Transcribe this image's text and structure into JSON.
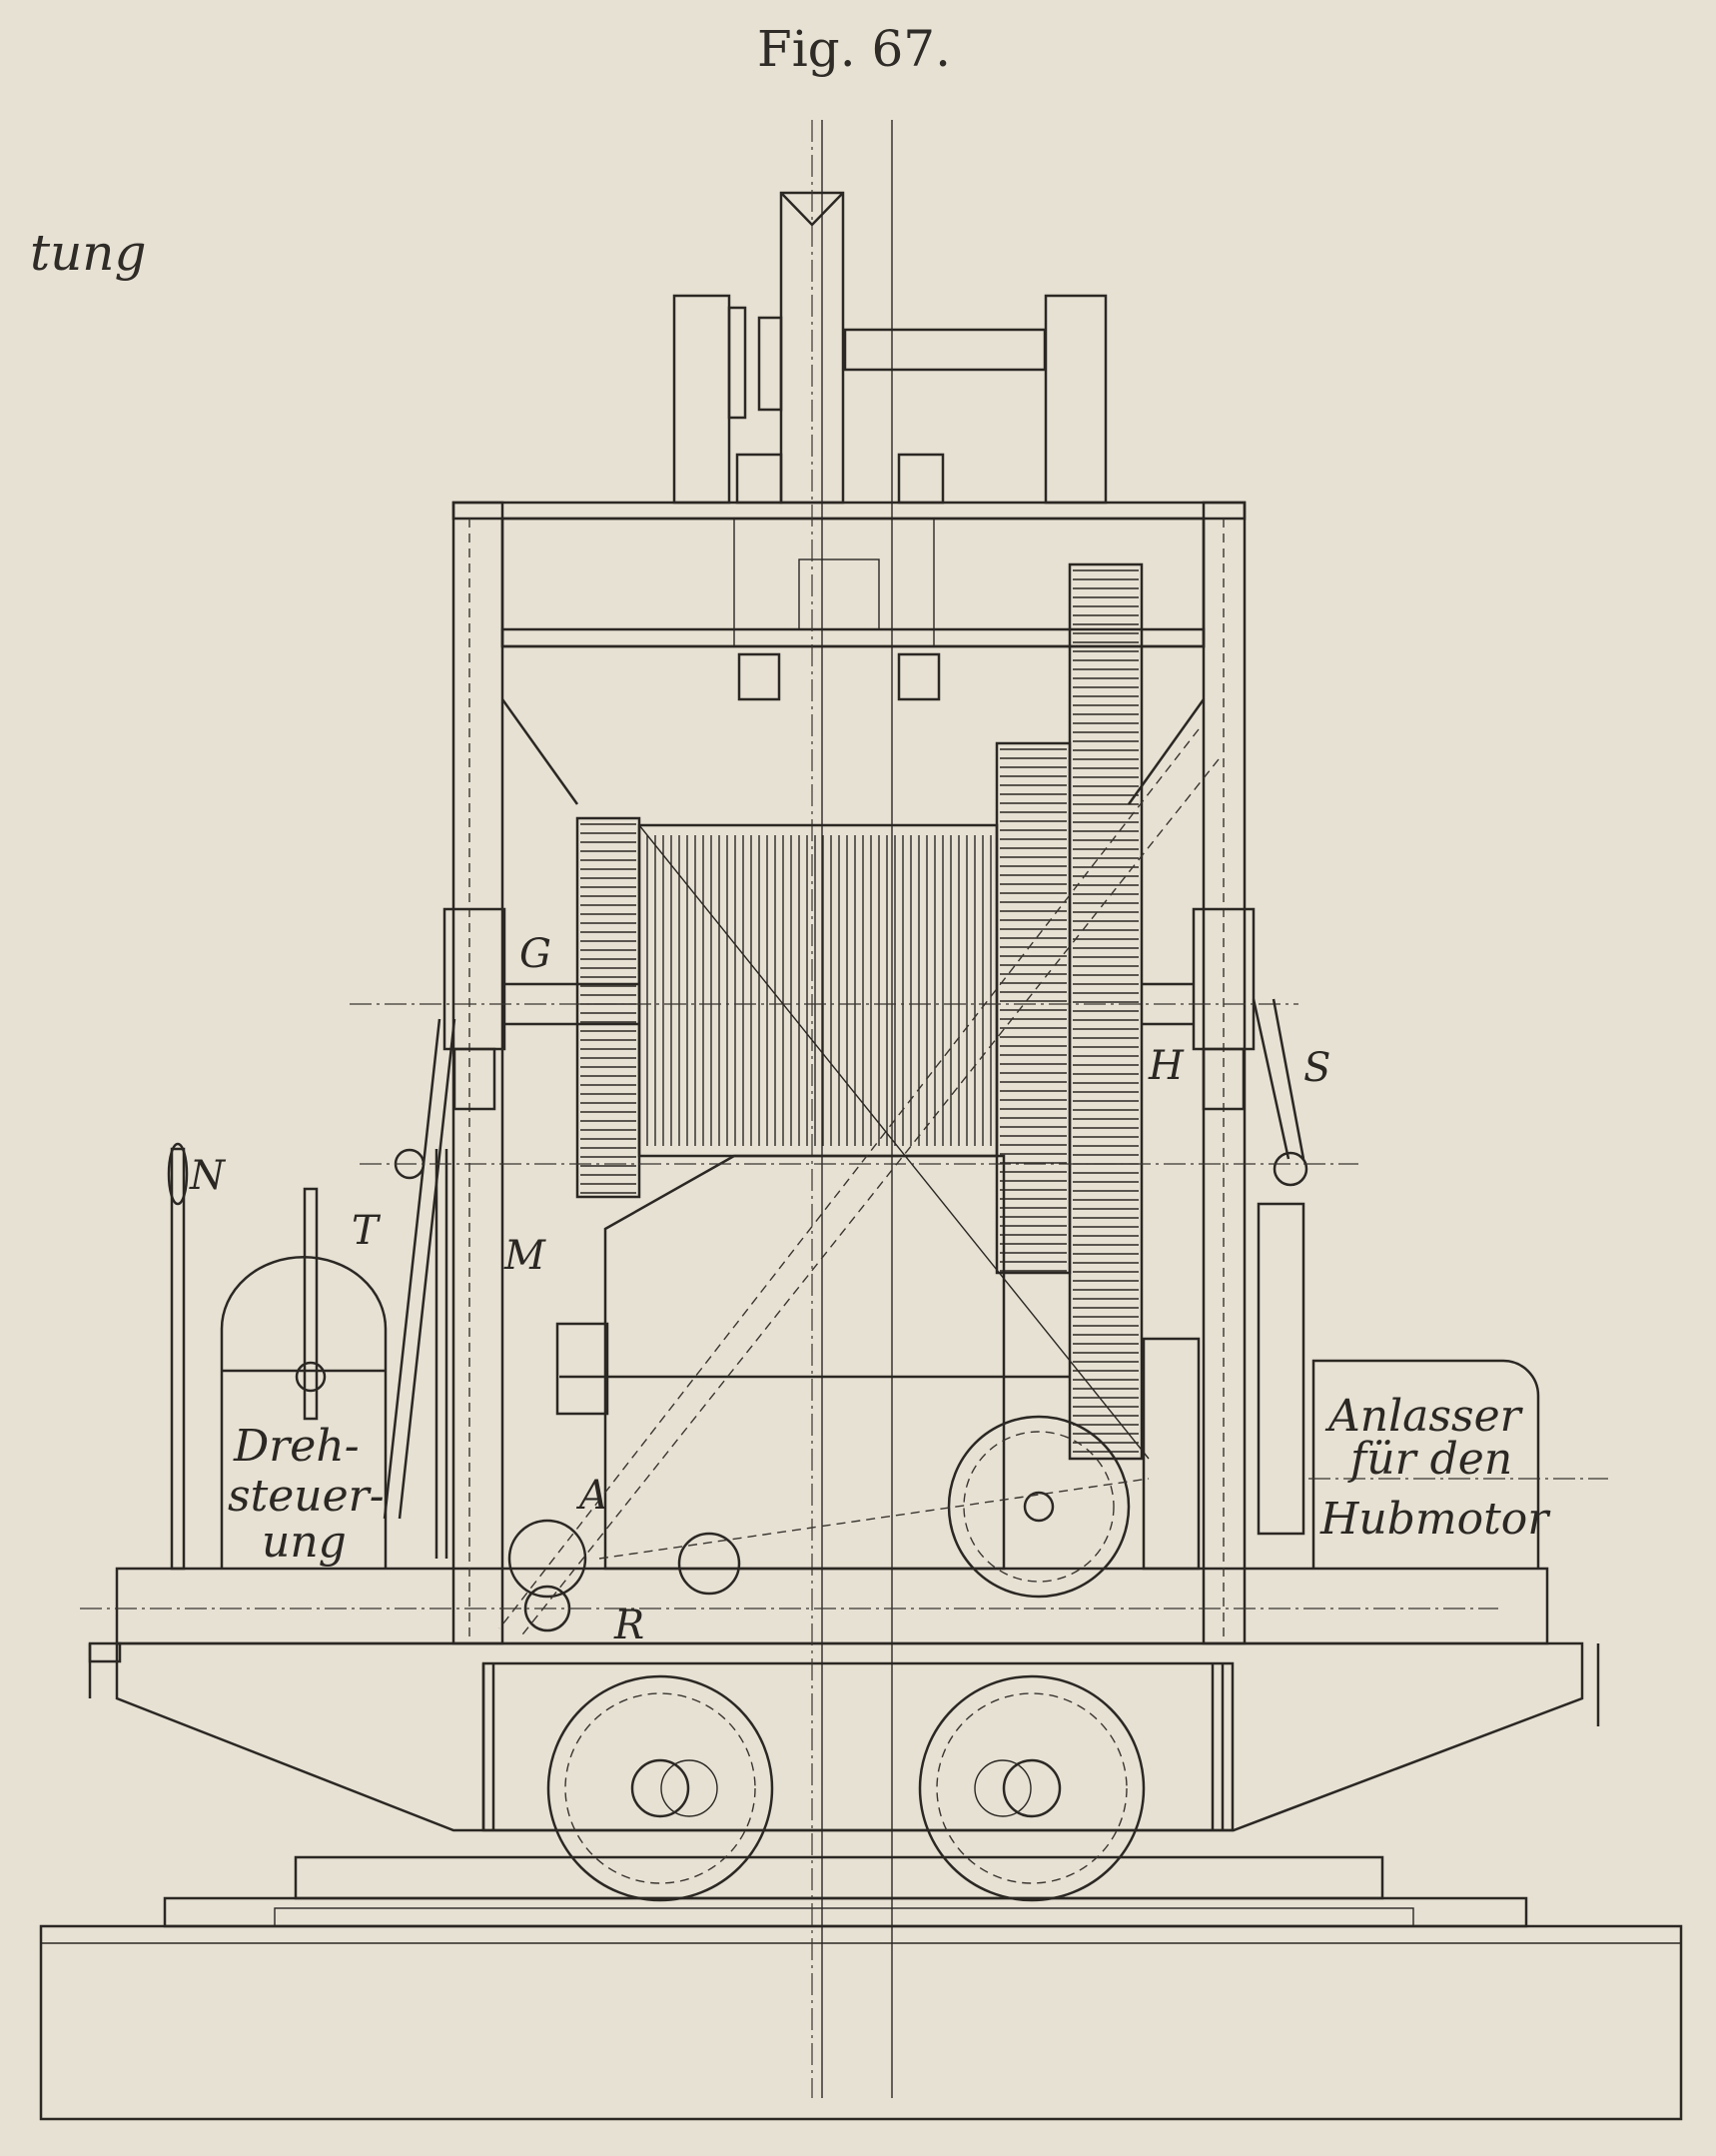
{
  "figure": {
    "caption": "Fig. 67.",
    "margin_fragment": "tung"
  },
  "labels": {
    "n": "N",
    "t": "T",
    "m": "M",
    "a": "A",
    "r": "R",
    "g": "G",
    "h": "H",
    "s": "S"
  },
  "annotations": {
    "drehsteuerung": [
      "Dreh-",
      "steuer-",
      "ung"
    ],
    "anlasser": [
      "Anlasser",
      "für den",
      "Hubmotor"
    ]
  },
  "colors": {
    "paper": "#e6e1d3",
    "ink": "#2b2723"
  }
}
